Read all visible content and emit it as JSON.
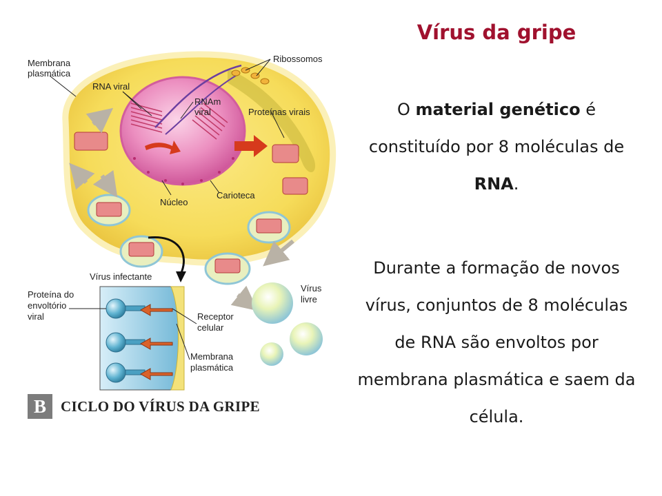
{
  "slide": {
    "title": "Vírus da gripe",
    "paragraph1": [
      {
        "text": "O ",
        "bold": false
      },
      {
        "text": "material genético",
        "bold": true
      },
      {
        "text": " é constituído por 8 moléculas de ",
        "bold": false
      },
      {
        "text": "RNA",
        "bold": true
      },
      {
        "text": ".",
        "bold": false
      }
    ],
    "paragraph2": "Durante a formação de novos vírus, conjuntos de 8 moléculas de RNA são envoltos por membrana plasmática e saem da célula."
  },
  "diagram": {
    "labels": {
      "membrana1": "Membrana",
      "plasmatica1": "plasmática",
      "rna_viral": "RNA viral",
      "rnam": "RNAm",
      "viral": "viral",
      "ribossomos": "Ribossomos",
      "proteinas_virais": "Proteínas virais",
      "nucleo": "Núcleo",
      "carioteca": "Carioteca",
      "virus_infectante": "Vírus infectante",
      "proteina_do": "Proteína do",
      "envoltorio": "envoltório",
      "viral2": "viral",
      "receptor": "Receptor",
      "celular": "celular",
      "membrana2": "Membrana",
      "plasmatica2": "plasmática",
      "virus": "Vírus",
      "livre": "livre"
    },
    "footer_letter": "B",
    "footer_caption": "CICLO DO VÍRUS DA GRIPE",
    "colors": {
      "cytoplasm": "#f6dc5a",
      "nucleus": "#e57fb5",
      "membrane": "#fbf0b8",
      "title": "#a0112e",
      "footer_box": "#7c7c7c"
    }
  }
}
